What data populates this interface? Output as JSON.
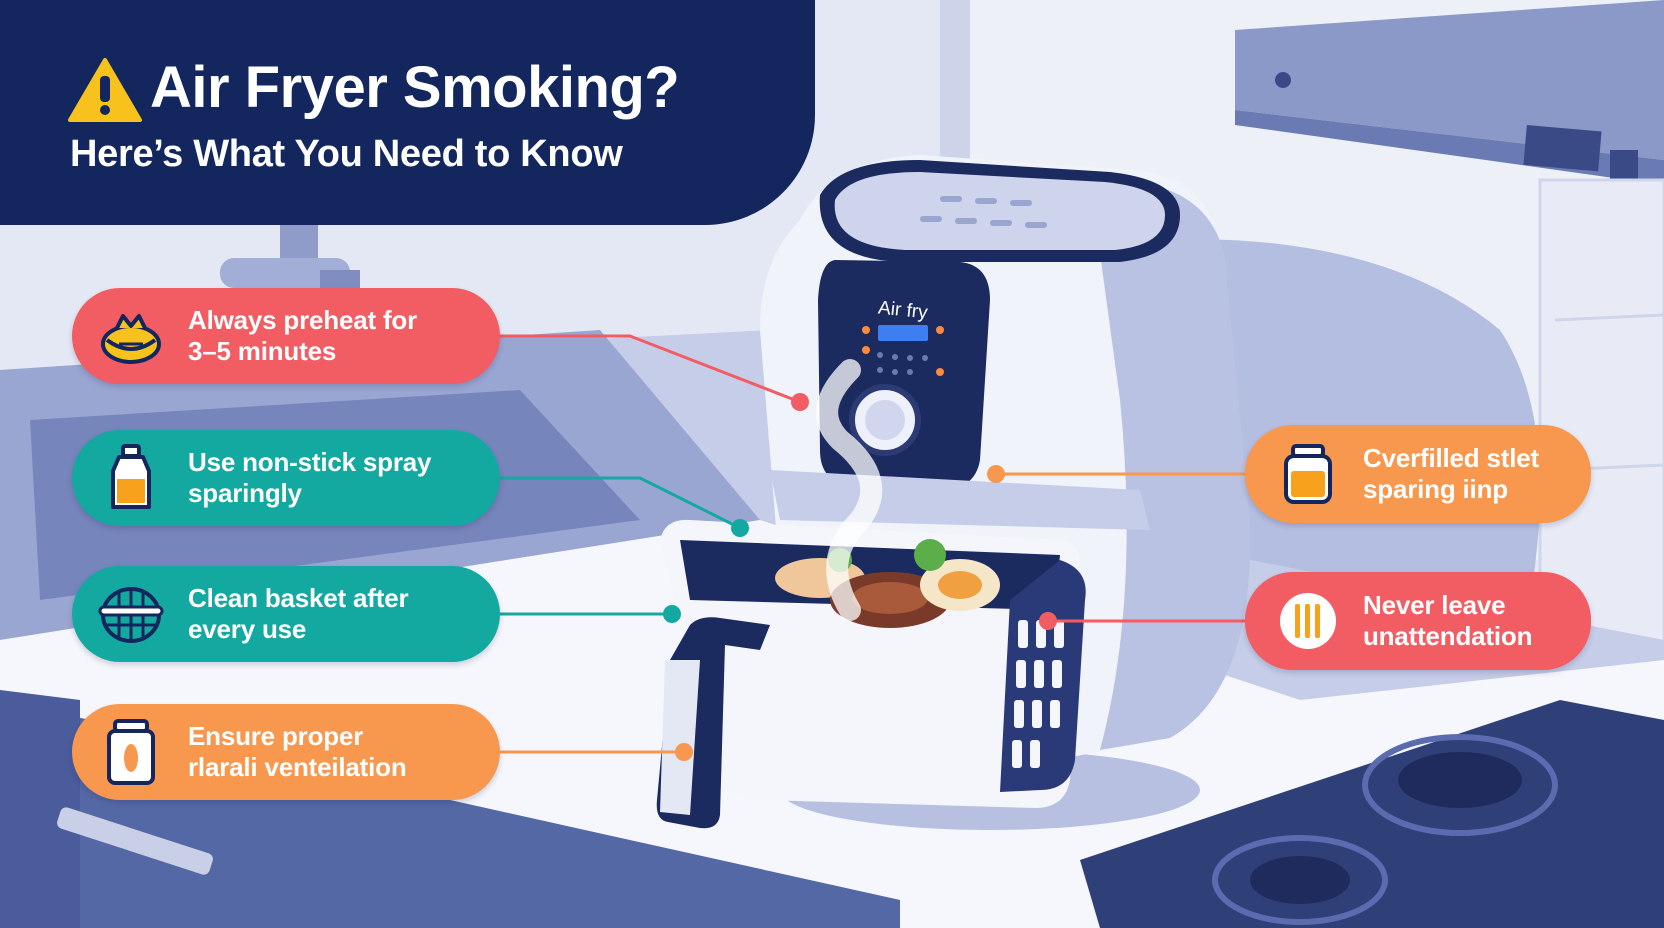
{
  "header": {
    "title": "Air Fryer Smoking?",
    "subtitle": "Here’s What You Need to Know"
  },
  "appliance": {
    "display_label": "Air fry"
  },
  "tips_left": [
    {
      "text": "Always preheat for\n3–5 minutes",
      "icon": "bowl-icon",
      "color": "#f25c63"
    },
    {
      "text": "Use non-stick spray\nsparingly",
      "icon": "oil-bottle-icon",
      "color": "#14a9a0"
    },
    {
      "text": "Clean basket after\nevery use",
      "icon": "basket-icon",
      "color": "#14a9a0"
    },
    {
      "text": "Ensure proper\nrlarali venteilation",
      "icon": "vent-canister-icon",
      "color": "#f7984e"
    }
  ],
  "tips_right": [
    {
      "text": "Cverfilled stlet\nsparing iinp",
      "icon": "jar-icon",
      "color": "#f7984e"
    },
    {
      "text": "Never leave\nunattendation",
      "icon": "striped-icon",
      "color": "#f25c63"
    }
  ],
  "colors": {
    "navy": "#13275e",
    "red": "#f25c63",
    "teal": "#14a9a0",
    "orange": "#f7984e",
    "warning_yellow": "#f8c21c"
  }
}
